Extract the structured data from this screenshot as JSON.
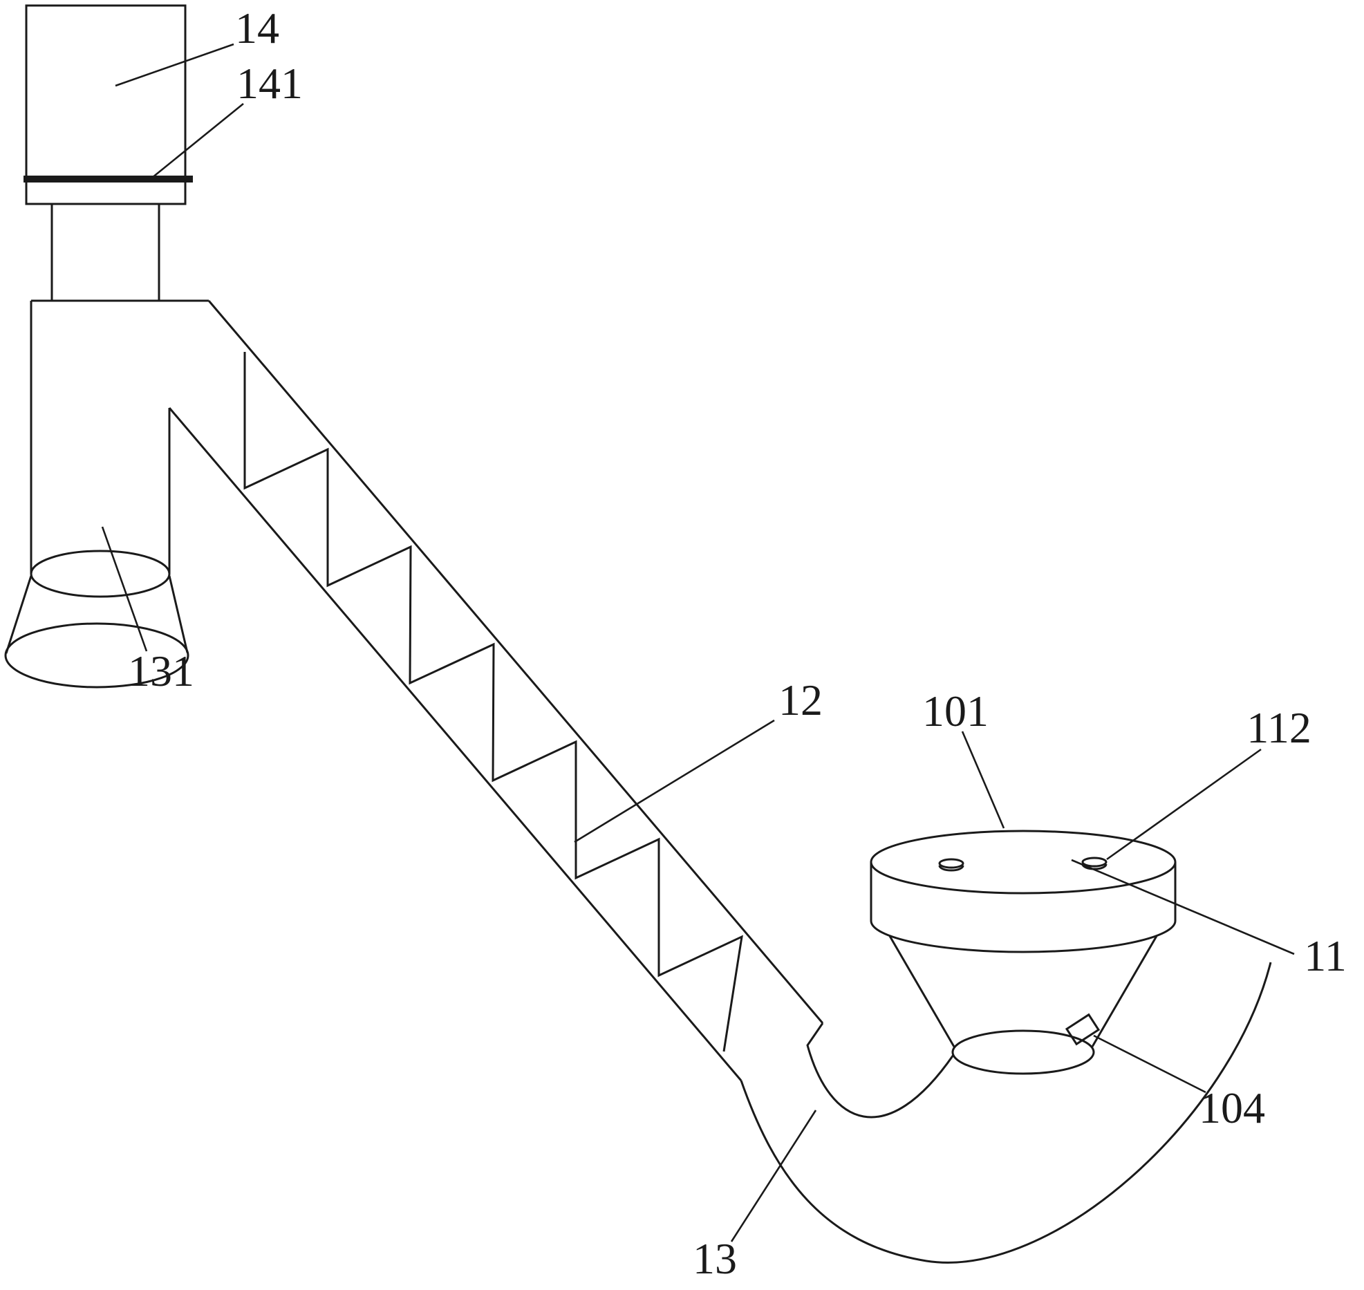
{
  "figure": {
    "background": "#ffffff",
    "stroke_color": "#1a1a1a",
    "labels": [
      "14",
      "141",
      "131",
      "12",
      "101",
      "112",
      "11",
      "104",
      "13"
    ]
  }
}
